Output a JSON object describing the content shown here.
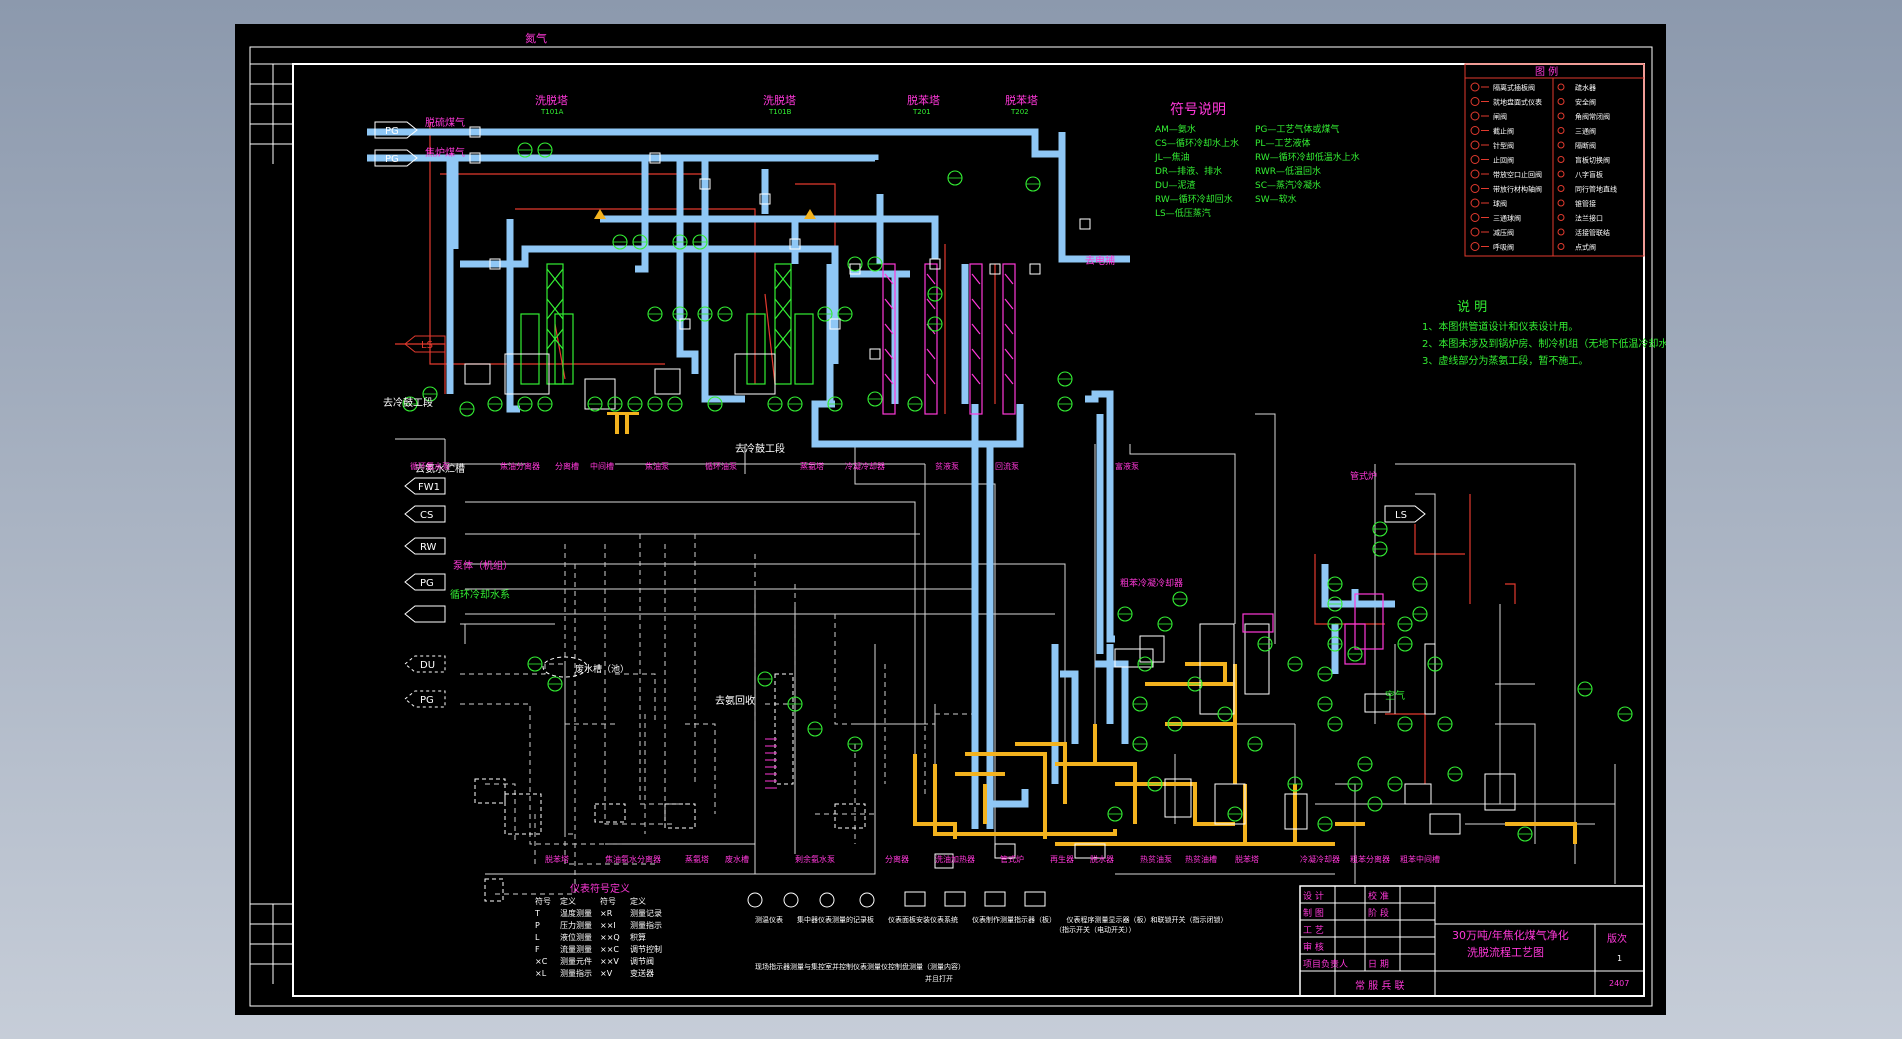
{
  "top_label": "氮气",
  "legend_panel": {
    "title": "图 例",
    "items": [
      {
        "sym": "隔离式插板阀",
        "sym2": "疏水器"
      },
      {
        "sym": "就地盘面式仪表",
        "sym2": "安全阀"
      },
      {
        "sym": "闸阀",
        "sym2": "角阀常闭阀"
      },
      {
        "sym": "截止阀",
        "sym2": "三通阀"
      },
      {
        "sym": "针型阀",
        "sym2": "隔断阀"
      },
      {
        "sym": "止回阀",
        "sym2": "盲板切换阀"
      },
      {
        "sym": "带放空口止回阀",
        "sym2": "八字盲板"
      },
      {
        "sym": "带放行材构轴阀",
        "sym2": "同行管地直线"
      },
      {
        "sym": "球阀",
        "sym2": "锥管接"
      },
      {
        "sym": "三通球阀",
        "sym2": "法兰接口"
      },
      {
        "sym": "减压阀",
        "sym2": "活接管联结"
      },
      {
        "sym": "呼吸阀",
        "sym2": "点式阀"
      }
    ]
  },
  "symbol_legend": {
    "title": "符号说明",
    "left": [
      "AM—氨水",
      "CS—循环冷却水上水",
      "JL—焦油",
      "DR—排液、排水",
      "DU—泥渣",
      "RW—循环冷却回水",
      "LS—低压蒸汽"
    ],
    "right": [
      "PG—工艺气体或煤气",
      "PL—工艺液体",
      "RW—循环冷却低温水上水",
      "RWR—低温回水",
      "SC—蒸汽冷凝水",
      "SW—软水"
    ]
  },
  "notes": {
    "title": "说 明",
    "lines": [
      "1、本图供管道设计和仪表设计用。",
      "2、本图未涉及到锅炉房、制冷机组（无地下低温冷却水时用）。",
      "3、虚线部分为蒸氨工段，暂不施工。"
    ]
  },
  "tower_labels": [
    {
      "name": "洗脱塔",
      "tag": "T101A"
    },
    {
      "name": "洗脱塔",
      "tag": "T101B"
    },
    {
      "name": "脱苯塔",
      "tag": "T201"
    },
    {
      "name": "脱苯塔",
      "tag": "T202"
    }
  ],
  "streams": {
    "in1": "PG",
    "in1_label": "脱硫煤气",
    "in2": "PG",
    "in2_label": "焦炉煤气",
    "ls": "LS",
    "to_next": "去电捕",
    "to_cool": "去冷鼓工段",
    "to_cool2": "去冷鼓工段",
    "to_ammonia": "去氨水贮槽",
    "fw1": "FW1",
    "cs": "CS",
    "rw": "RW",
    "pg": "PG",
    "ls2": "LS",
    "air": "空气",
    "dash1": "DU",
    "dash2": "PG",
    "to_dash": "去氨回收",
    "cooling_side": "循环冷却水系",
    "pump_label": "泵体（机组）"
  },
  "equip_row1": [
    "循环氨水泵",
    "焦油分离器",
    "分离槽",
    "中间槽",
    "焦油泵",
    "循环油泵",
    "蒸氨塔",
    "冷凝冷却器",
    "贫液泵",
    "回流泵",
    "富液泵"
  ],
  "equip_row2": [
    "脱苯塔",
    "焦油氨水分离器",
    "蒸氨塔",
    "废水槽",
    "剩余氨水泵",
    "分离器"
  ],
  "equip_row3": [
    "洗油加热器",
    "管式炉",
    "再生器",
    "脱水器",
    "热贫油泵",
    "热贫油槽",
    "脱苯塔",
    "冷凝冷却器",
    "粗苯分离器",
    "粗苯中间槽"
  ],
  "mid_labels": {
    "waste_water": "废水槽（池）",
    "hot_furnace": "管式炉",
    "crude_benzene_cool": "粗苯冷凝冷却器"
  },
  "instr_legend": {
    "title": "仪表符号定义",
    "head": [
      "符号",
      "定义",
      "符号",
      "定义"
    ],
    "rows": [
      [
        "T",
        "温度测量",
        "×R",
        "测量记录"
      ],
      [
        "P",
        "压力测量",
        "××I",
        "测量指示"
      ],
      [
        "L",
        "液位测量",
        "××Q",
        "积算"
      ],
      [
        "F",
        "流量测量",
        "××C",
        "调节控制"
      ],
      [
        "×C",
        "测量元件",
        "××V",
        "调节阀"
      ],
      [
        "×L",
        "测量指示",
        "×V",
        "变送器"
      ]
    ],
    "desc_lines": [
      "测温仪表　　集中器仪表测量的记录板　　仪表面板安装仪表系统　　仪表制作测量指示器（板）　　仪表程序测量显示器（板）和联锁开关（指示闭锁）",
      "（指示开关（电动开关））",
      "现场指示器测量与集控室并控制仪表测量仪控制盘测量（测量内容）",
      "并且打开"
    ]
  },
  "title_block": {
    "rows": [
      [
        "设 计",
        "校 准"
      ],
      [
        "制 图",
        "阶 段"
      ],
      [
        "工 艺",
        ""
      ],
      [
        "审 核",
        ""
      ],
      [
        "项目负责人",
        "日 期"
      ]
    ],
    "title_line1": "30万吨/年焦化煤气净化",
    "title_line2": "洗脱流程工艺图",
    "rev_label": "版次",
    "rev_value": "1",
    "sheet_no": "2407",
    "company": "常 服 兵 联"
  },
  "colors": {
    "pipe_blue": "#8fc7f5",
    "pipe_yellow": "#f2b21e",
    "line_red": "#e23a2e",
    "magenta": "#ff38d9",
    "green": "#33ee33",
    "frame": "#ffffff"
  }
}
